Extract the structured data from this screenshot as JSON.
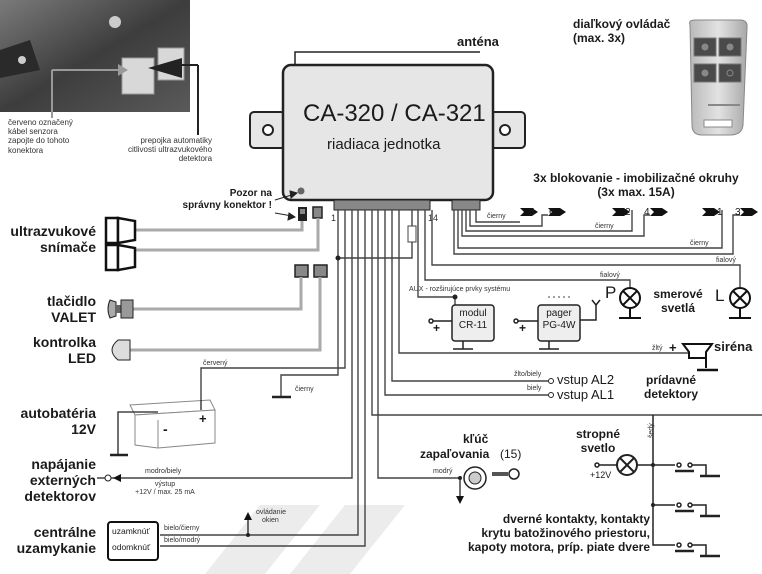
{
  "unit": {
    "model": "CA-320 / CA-321",
    "subtitle": "riadiaca jednotka",
    "antenna": "anténa",
    "pin_first": "1",
    "pin_last": "14"
  },
  "photo_notes": {
    "sensor_cable": [
      "červeno označený",
      "kábel senzora",
      "zapojte do tohoto",
      "konektora"
    ],
    "jumper": [
      "prepojka automatiky",
      "citlivosti ultrazvukového",
      "detektora"
    ]
  },
  "remote": {
    "label_line1": "diaľkový ovládač",
    "label_line2": "(max. 3x)"
  },
  "warning": [
    "Pozor na",
    "správny konektor !"
  ],
  "immobilizer": {
    "title_line1": "3x blokovanie - imobilizačné okruhy",
    "title_line2": "(3x max. 15A)",
    "terminals": [
      "5",
      "6",
      "2",
      "4",
      "1",
      "3"
    ],
    "wire_colors": [
      "čierny",
      "čierny",
      "čierny"
    ]
  },
  "left_labels": {
    "ultrasonic": [
      "ultrazvukové",
      "snímače"
    ],
    "valet": [
      "tlačidlo",
      "VALET"
    ],
    "led": [
      "kontrolka",
      "LED"
    ],
    "battery": [
      "autobatéria",
      "12V"
    ],
    "ext_power": [
      "napájanie",
      "externých",
      "detektorov"
    ],
    "central_lock": [
      "centrálne",
      "uzamykanie"
    ]
  },
  "wires": {
    "battery_plus": "červený",
    "ground": "čierny",
    "ext_power_color": "modro/biely",
    "ext_power_note": [
      "výstup",
      "+12V / max. 25 mA"
    ],
    "lock_wire": "bielo/čierny",
    "unlock_wire": "bielo/modrý",
    "windows": [
      "ovládanie",
      "okien"
    ],
    "ignition_wire": "modrý",
    "al2_wire": "žlto/biely",
    "al1_wire": "biely",
    "siren_wire": "žltý",
    "turn_wire_p": "fialový",
    "turn_wire_l": "fialový",
    "ceiling_wire": "šedý"
  },
  "battery": {
    "minus": "-",
    "plus": "+"
  },
  "central_lock_box": {
    "lock": "uzamknúť",
    "unlock": "odomknúť"
  },
  "aux": {
    "label": "AUX - rozširujúce prvky systému",
    "module": [
      "modul",
      "CR-11"
    ],
    "pager": [
      "pager",
      "PG-4W"
    ],
    "plus": "+"
  },
  "turn_lights": {
    "p": "P",
    "l": "L",
    "label": [
      "smerové",
      "svetlá"
    ]
  },
  "siren": {
    "plus": "+",
    "label": "siréna"
  },
  "inputs": {
    "al2": "vstup AL2",
    "al1": "vstup AL1",
    "label": [
      "prídavné",
      "detektory"
    ]
  },
  "ignition": {
    "label1": "kľúč",
    "label2": "zapaľovania",
    "num": "(15)"
  },
  "ceiling": {
    "label": [
      "stropné",
      "svetlo"
    ],
    "voltage": "+12V"
  },
  "doors": [
    "dverné kontakty, kontakty",
    "krytu batožinového priestoru,",
    "kapoty motora, príp. piate dvere"
  ]
}
